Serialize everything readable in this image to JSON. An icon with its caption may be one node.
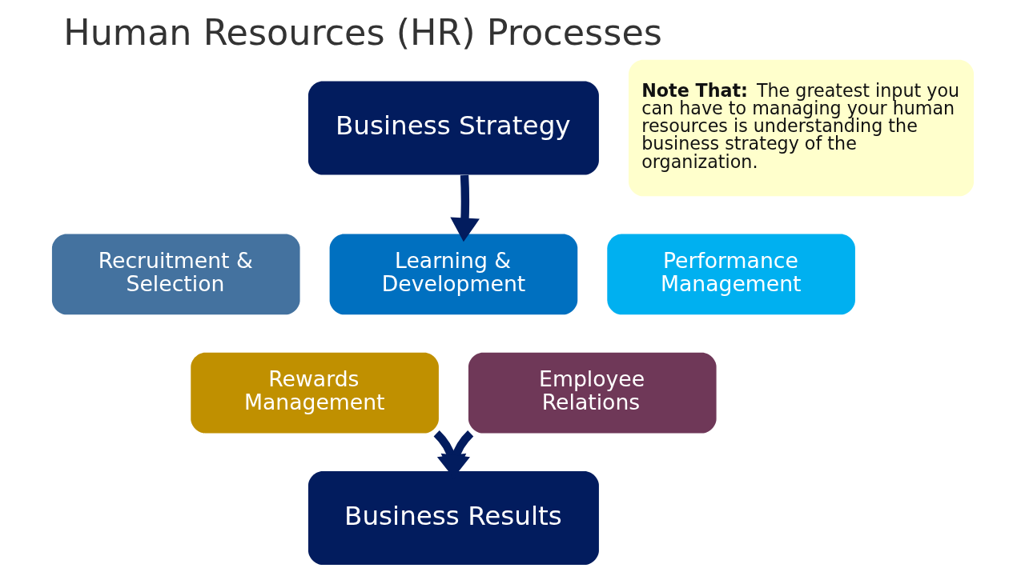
{
  "diagram": {
    "title": "Human Resources (HR) Processes",
    "nodes": [
      {
        "text": [
          "**Note That:** The greatest input you can have to managing your human resources is understanding the business strategy of the organization."
        ]
      },
      {
        "text": [
          "Business Strategy"
        ]
      },
      {
        "text": [
          "Recruitment & Selection"
        ]
      },
      {
        "text": [
          "Learning & Development"
        ]
      },
      {
        "text": [
          "Performance Management"
        ]
      },
      {
        "text": [
          "Rewards Management"
        ]
      },
      {
        "text": [
          "Employee Relations"
        ]
      },
      {
        "text": [
          "Business Results"
        ]
      }
    ],
    "edges": [
      {
        "from": 1,
        "to": 3,
        "arrow": "to"
      },
      {
        "from": 5,
        "to": 7,
        "arrow": "to"
      },
      {
        "from": 6,
        "to": 7,
        "arrow": "to"
      }
    ]
  }
}
